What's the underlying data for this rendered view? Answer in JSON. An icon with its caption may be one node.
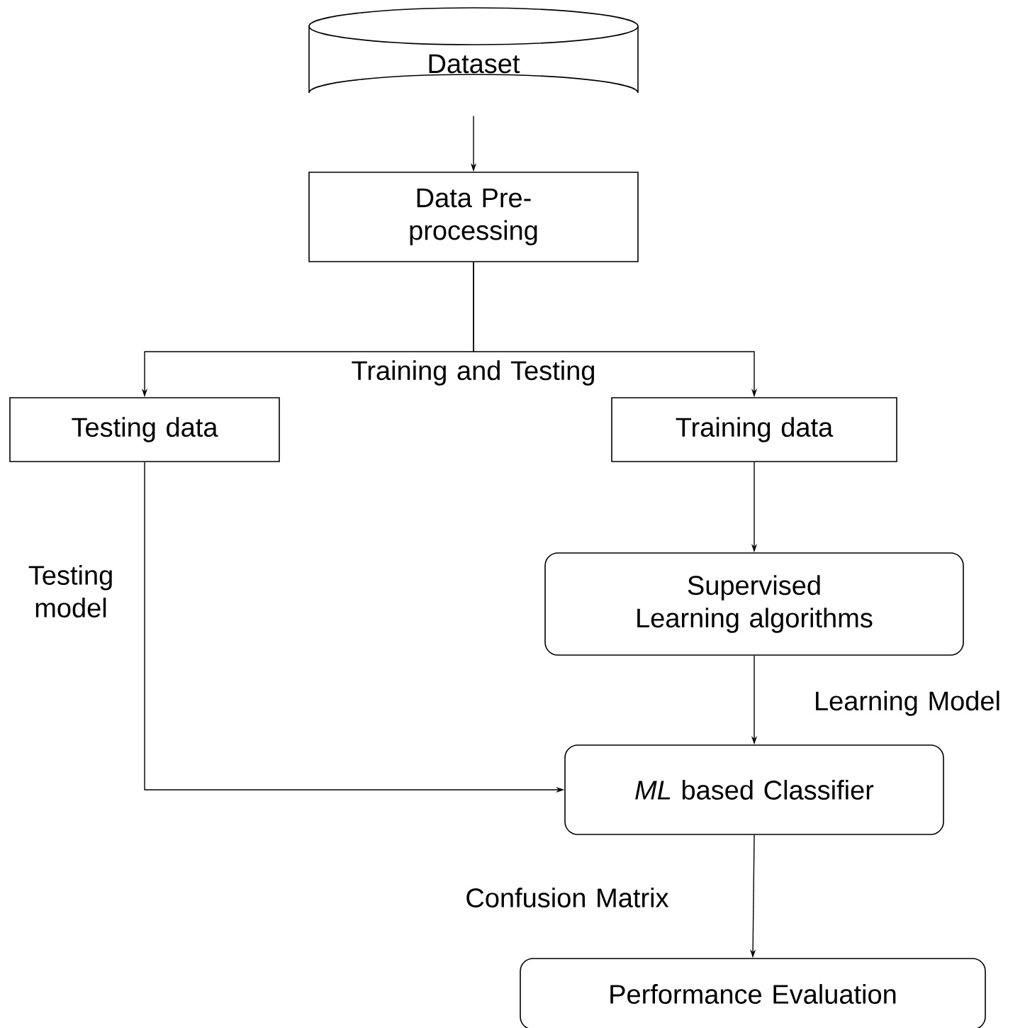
{
  "diagram": {
    "nodes": [
      {
        "text": [
          "Dataset"
        ]
      },
      {
        "text": [
          "Data Pre-processing"
        ]
      },
      {
        "text": [
          "Testing data"
        ]
      },
      {
        "text": [
          "Training data"
        ]
      },
      {
        "text": [
          "Supervised Learning algorithms"
        ]
      },
      {
        "text": [
          "*ML* based Classifier"
        ]
      },
      {
        "text": [
          "Performance Evaluation"
        ]
      }
    ],
    "edges": [
      {
        "from": 0,
        "to": 1,
        "arrow": "to"
      },
      {
        "from": 1,
        "to": 2,
        "arrow": "to",
        "label": "Training and Testing"
      },
      {
        "from": 1,
        "to": 3,
        "arrow": "to"
      },
      {
        "from": 2,
        "to": 5,
        "arrow": "to",
        "label": "Testing model"
      },
      {
        "from": 3,
        "to": 4,
        "arrow": "to"
      },
      {
        "from": 4,
        "to": 5,
        "arrow": "to",
        "label": "Learning Model"
      },
      {
        "from": 5,
        "to": 6,
        "arrow": "to",
        "label": "Confusion Matrix"
      }
    ]
  }
}
